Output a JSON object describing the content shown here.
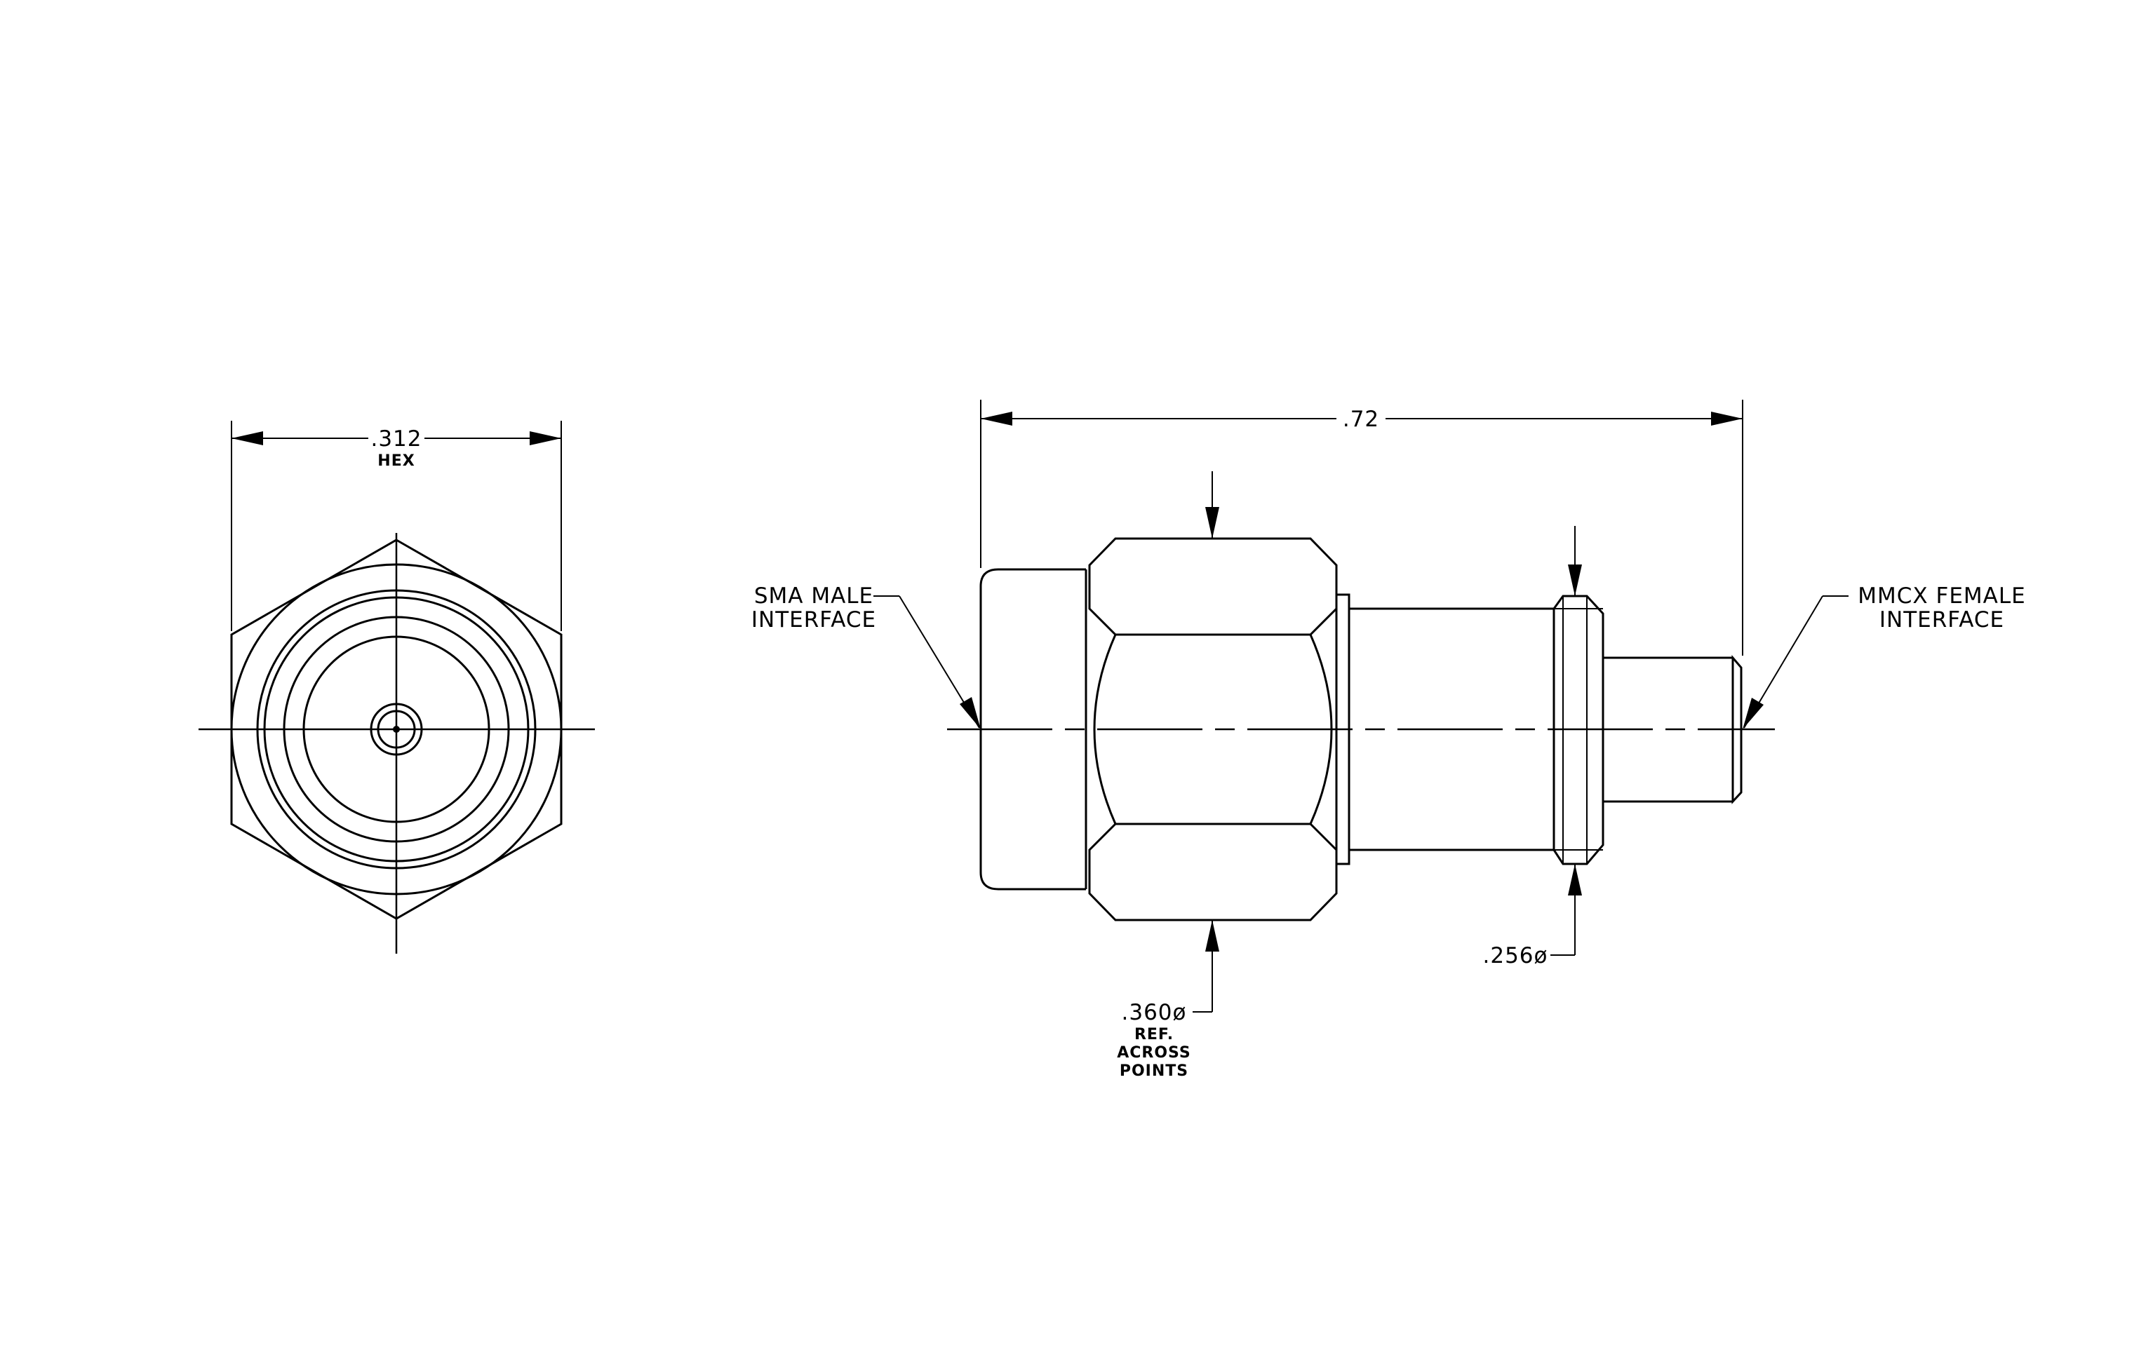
{
  "end_view": {
    "width_dim": ".312",
    "width_note": "HEX"
  },
  "side_view": {
    "length_dim": ".72",
    "hex_dim": ".360ø",
    "hex_dim_note": [
      "REF.",
      "ACROSS",
      "POINTS"
    ],
    "collar_dim": ".256ø",
    "left_callout": [
      "SMA MALE",
      "INTERFACE"
    ],
    "right_callout": [
      "MMCX FEMALE",
      "INTERFACE"
    ]
  }
}
